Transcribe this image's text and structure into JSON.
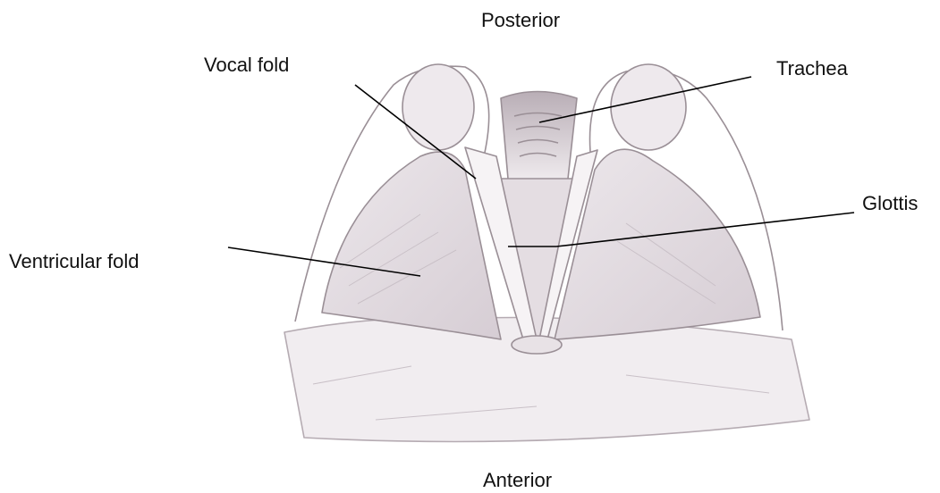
{
  "labels": {
    "posterior": "Posterior",
    "vocal_fold": "Vocal fold",
    "trachea": "Trachea",
    "glottis": "Glottis",
    "ventricular_fold": "Ventricular fold",
    "anterior": "Anterior"
  },
  "colors": {
    "sketch_line": "#9a8f96",
    "sketch_shade": "#d9d2d8",
    "leader_line": "#000000",
    "text": "#111111"
  }
}
